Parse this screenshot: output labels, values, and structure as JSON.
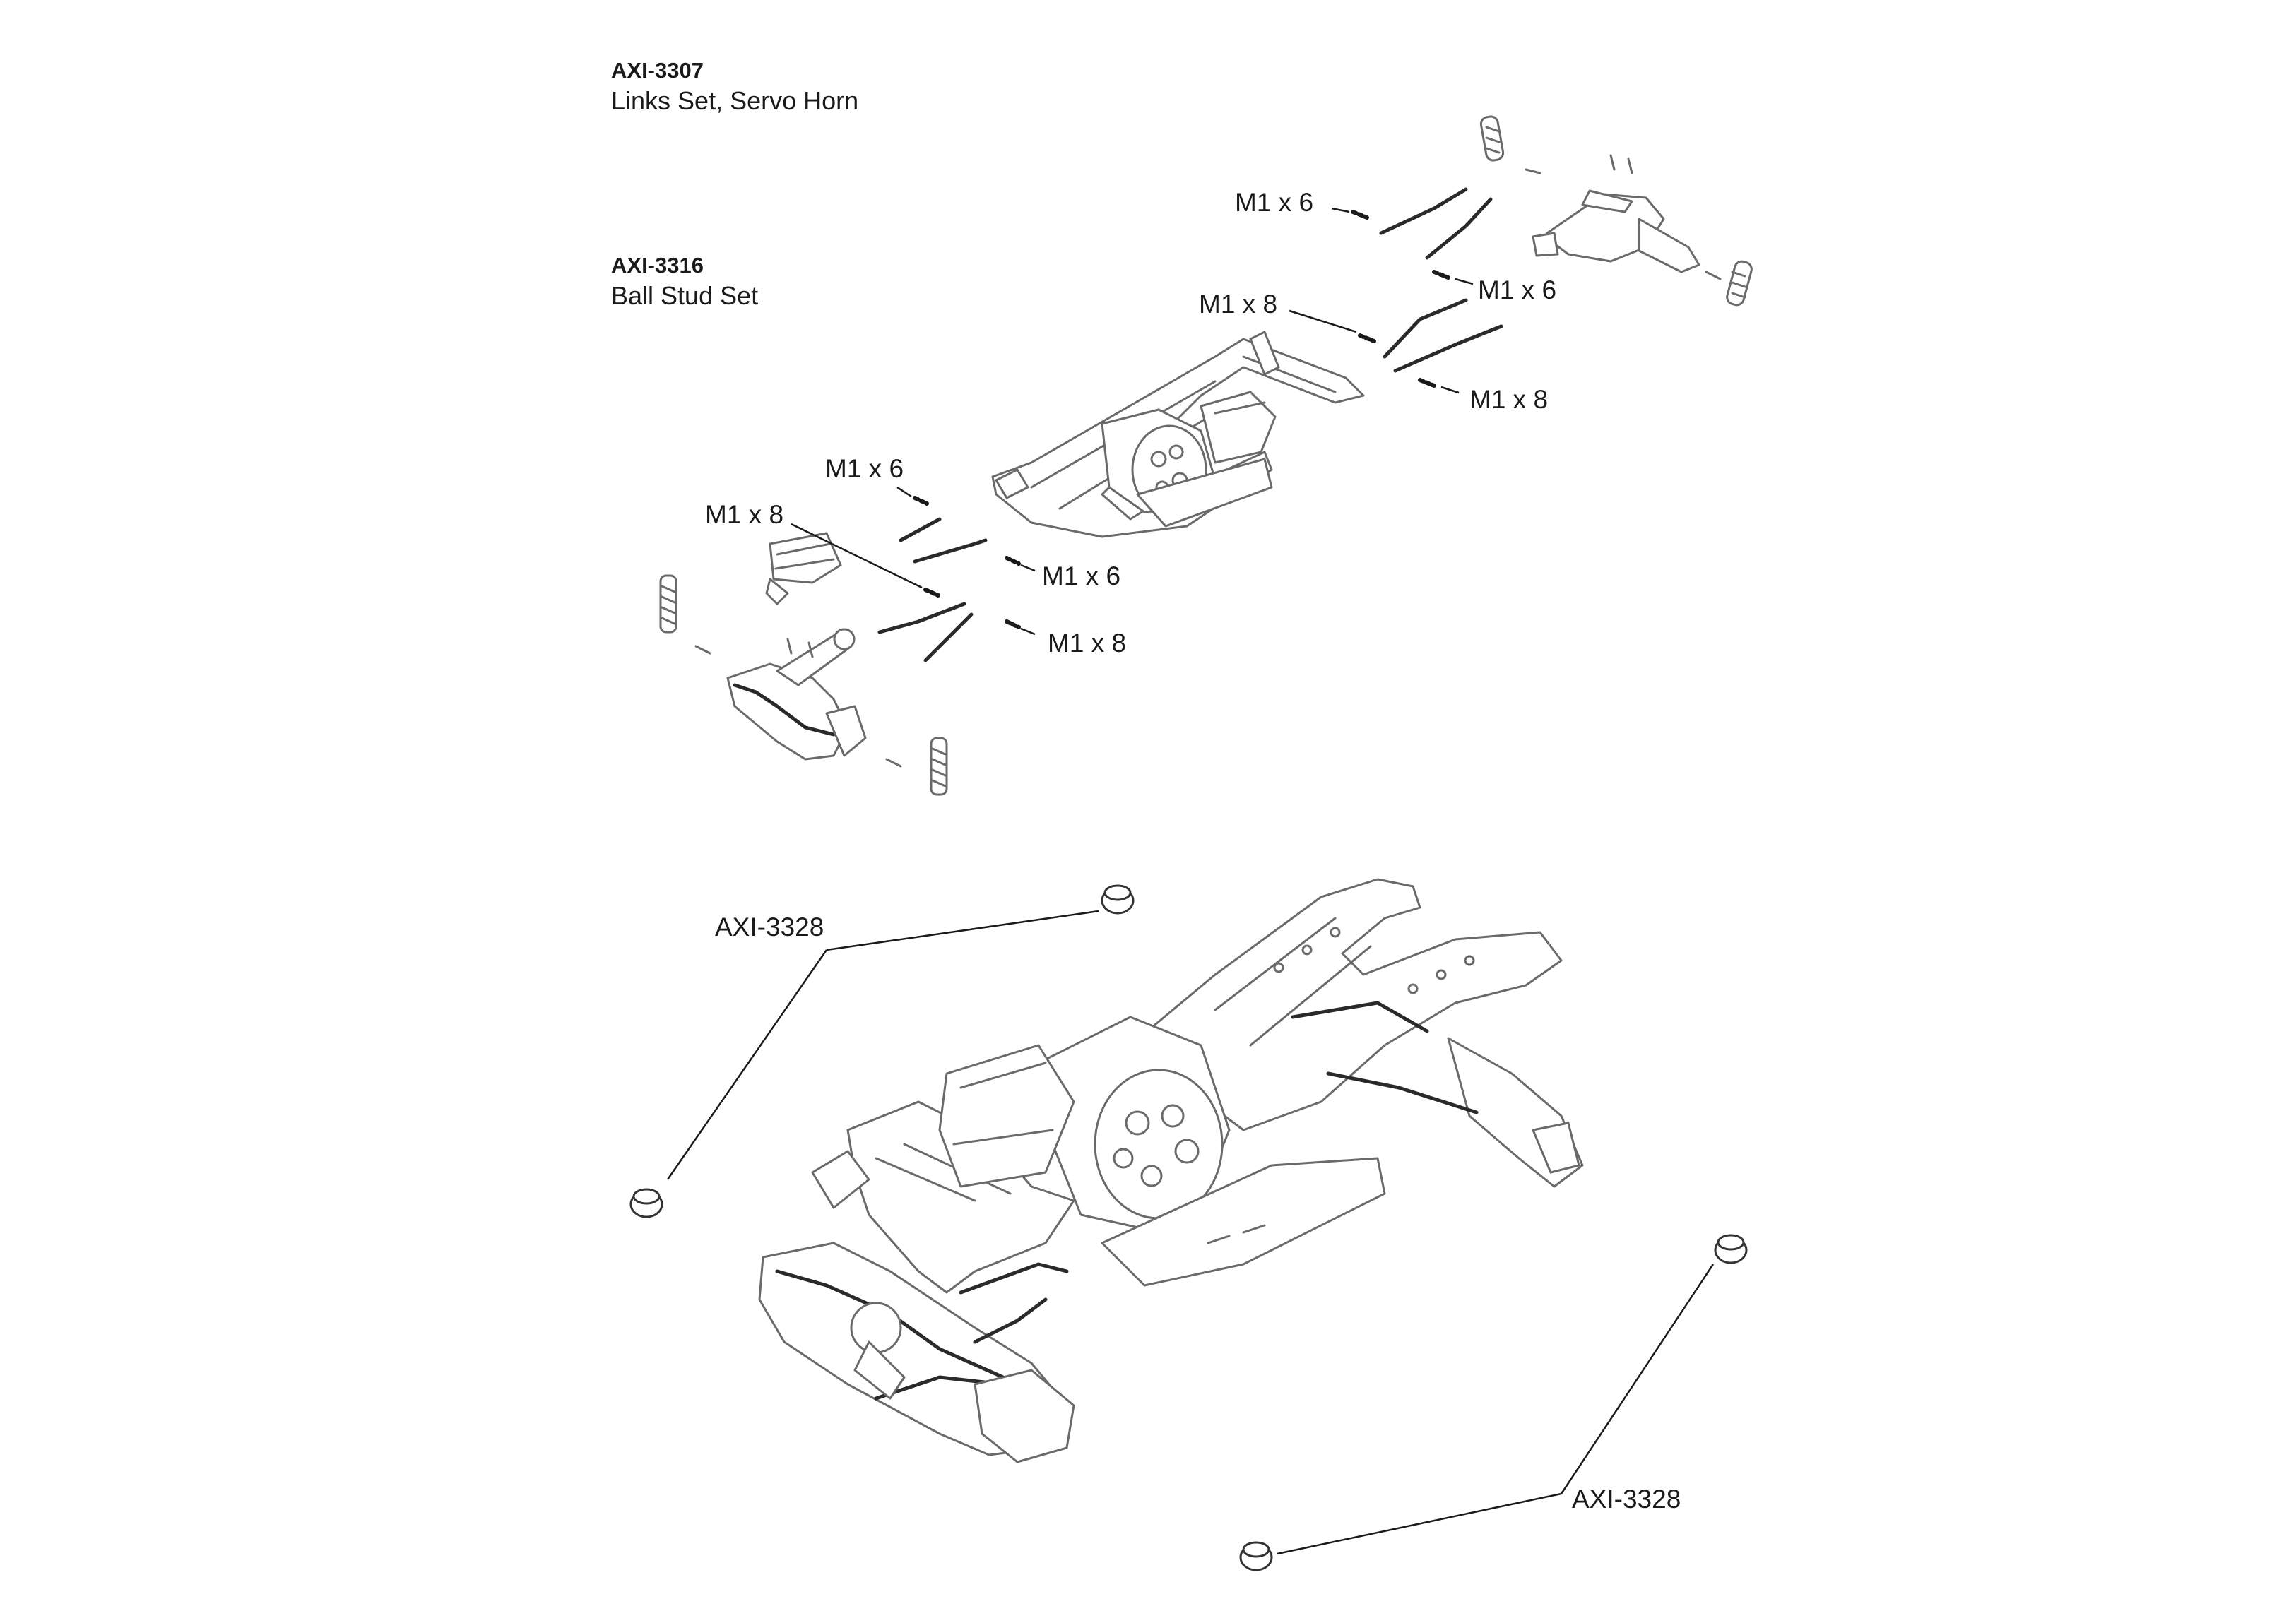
{
  "parts": {
    "links_set": {
      "code": "AXI-3307",
      "desc": "Links Set, Servo Horn"
    },
    "ball_stud_set": {
      "code": "AXI-3316",
      "desc": "Ball Stud Set"
    }
  },
  "callouts": {
    "screw_rear_upper_1": "M1 x 6",
    "screw_rear_upper_2": "M1 x 6",
    "screw_rear_lower_1": "M1 x 8",
    "screw_rear_lower_2": "M1 x 8",
    "screw_front_upper_1": "M1 x 6",
    "screw_front_upper_2": "M1 x 6",
    "screw_front_lower_1": "M1 x 8",
    "screw_front_lower_2": "M1 x 8",
    "bushing_top": "AXI-3328",
    "bushing_bottom": "AXI-3328"
  },
  "colors": {
    "line": "#6a6a6a",
    "ink": "#1a1a1a"
  }
}
